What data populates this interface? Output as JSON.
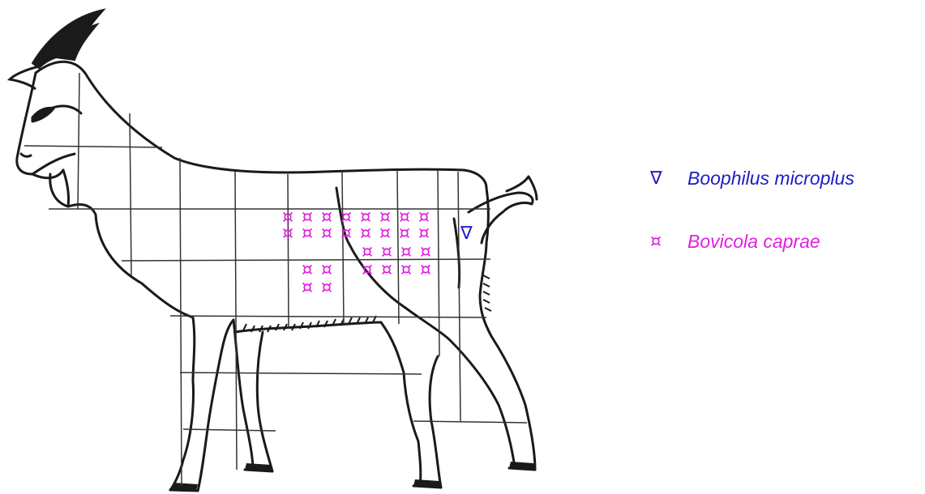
{
  "colors": {
    "outline": "#1a1a1a",
    "grid": "#333333",
    "boophilus": "#1c1cc8",
    "bovicola": "#e020e0"
  },
  "legend": [
    {
      "symbol": "∇",
      "label": "Boophilus microplus",
      "color": "#1c1cc8",
      "icon": "triangle-down-symbol-icon"
    },
    {
      "symbol": "¤",
      "label": "Bovicola caprae",
      "color": "#e020e0",
      "icon": "currency-sign-symbol-icon"
    }
  ],
  "markers": {
    "bovicola_symbol": "¤",
    "bovicola_rows": [
      8,
      8,
      4,
      6,
      2
    ],
    "boophilus_symbol": "∇",
    "boophilus_count": 1
  }
}
